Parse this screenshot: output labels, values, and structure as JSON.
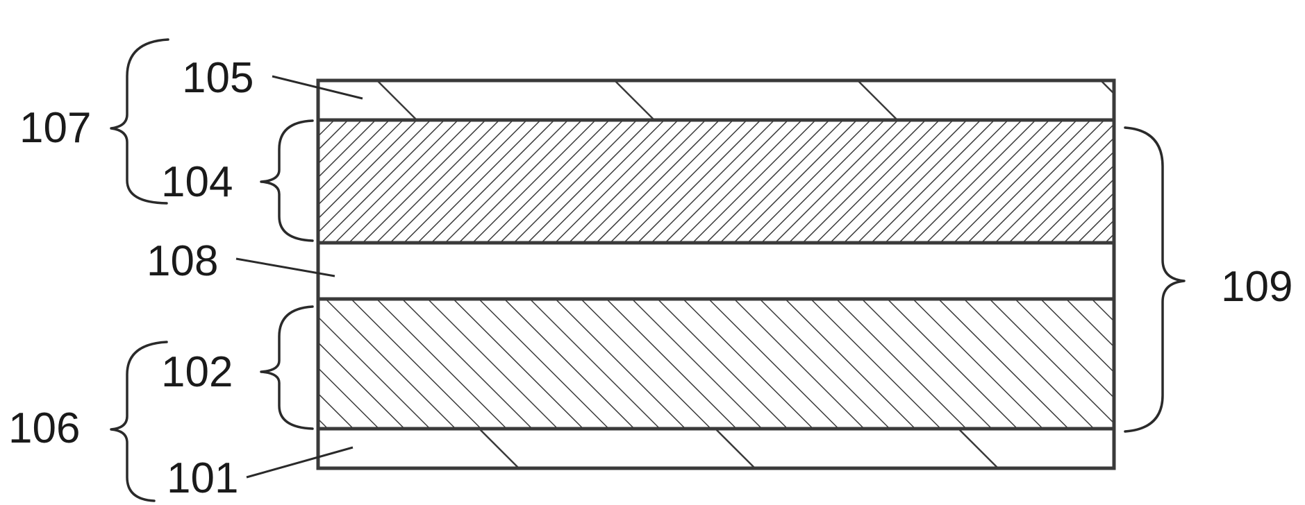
{
  "figure": {
    "layers": [
      {
        "id": "105",
        "label": "105",
        "pattern": "sparse-hatch"
      },
      {
        "id": "104",
        "label": "104",
        "pattern": "fine-hatch"
      },
      {
        "id": "108",
        "label": "108",
        "pattern": "blank"
      },
      {
        "id": "102",
        "label": "102",
        "pattern": "medium-hatch"
      },
      {
        "id": "101",
        "label": "101",
        "pattern": "sparse-hatch"
      }
    ],
    "groups": {
      "g107": {
        "label": "107",
        "members": [
          "105",
          "104"
        ]
      },
      "g106": {
        "label": "106",
        "members": [
          "102",
          "101"
        ]
      },
      "g109": {
        "label": "109",
        "members": [
          "104",
          "108",
          "102"
        ]
      }
    },
    "colors": {
      "outline": "#3a3a3a",
      "hatch": "#3a3a3a",
      "background": "#ffffff"
    }
  }
}
